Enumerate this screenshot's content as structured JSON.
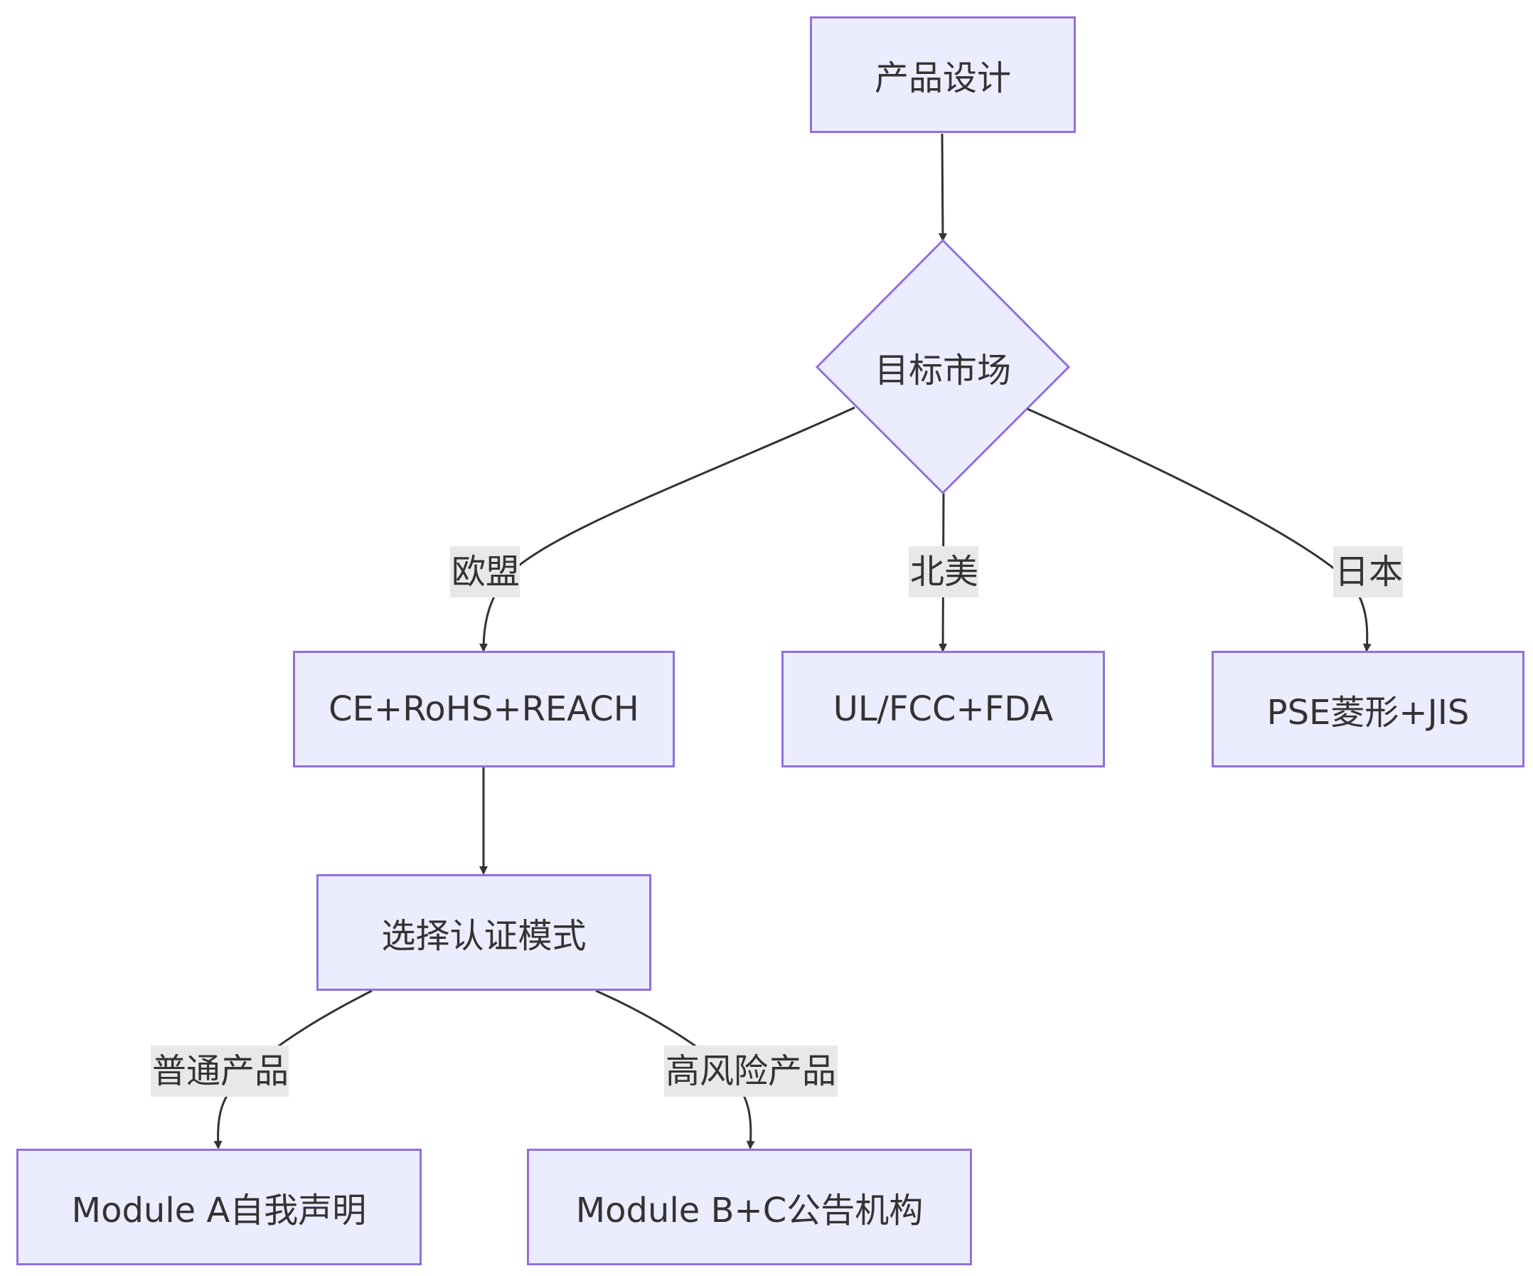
{
  "diagram": {
    "type": "flowchart",
    "colors": {
      "node_fill": "#ECECFF",
      "node_border": "#9370DB",
      "edge": "#333333",
      "edge_label_bg": "#E8E8E8",
      "text": "#333333"
    },
    "nodes": {
      "product_design": "产品设计",
      "target_market": "目标市场",
      "eu_cert": "CE+RoHS+REACH",
      "na_cert": "UL/FCC+FDA",
      "jp_cert": "PSE菱形+JIS",
      "select_mode": "选择认证模式",
      "module_a": "Module A自我声明",
      "module_bc": "Module B+C公告机构"
    },
    "edge_labels": {
      "eu": "欧盟",
      "na": "北美",
      "jp": "日本",
      "normal": "普通产品",
      "high_risk": "高风险产品"
    }
  }
}
